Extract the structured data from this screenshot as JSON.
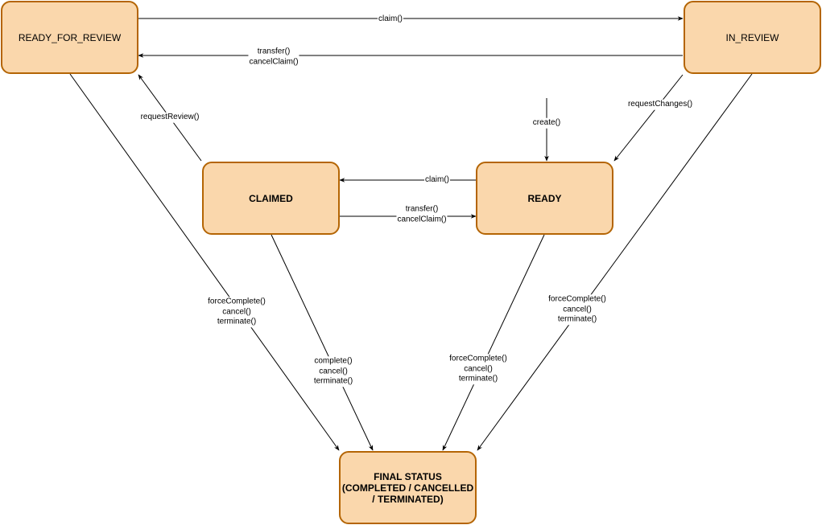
{
  "states": {
    "ready_for_review": "READY_FOR_REVIEW",
    "in_review": "IN_REVIEW",
    "claimed": "CLAIMED",
    "ready": "READY",
    "final_line1": "FINAL STATUS",
    "final_line2": "(COMPLETED / CANCELLED",
    "final_line3": "/ TERMINATED)"
  },
  "edges": {
    "rfr_to_inreview": "claim()",
    "inreview_to_rfr_1": "transfer()",
    "inreview_to_rfr_2": "cancelClaim()",
    "claimed_to_rfr": "requestReview()",
    "create": "create()",
    "inreview_to_ready": "requestChanges()",
    "ready_to_claimed": "claim()",
    "claimed_to_ready_1": "transfer()",
    "claimed_to_ready_2": "cancelClaim()",
    "rfr_to_final_1": "forceComplete()",
    "rfr_to_final_2": "cancel()",
    "rfr_to_final_3": "terminate()",
    "claimed_to_final_1": "complete()",
    "claimed_to_final_2": "cancel()",
    "claimed_to_final_3": "terminate()",
    "ready_to_final_1": "forceComplete()",
    "ready_to_final_2": "cancel()",
    "ready_to_final_3": "terminate()",
    "inreview_to_final_1": "forceComplete()",
    "inreview_to_final_2": "cancel()",
    "inreview_to_final_3": "terminate()"
  },
  "colors": {
    "state_fill": "#fad7ac",
    "state_border": "#b46504",
    "edge": "#000000"
  }
}
